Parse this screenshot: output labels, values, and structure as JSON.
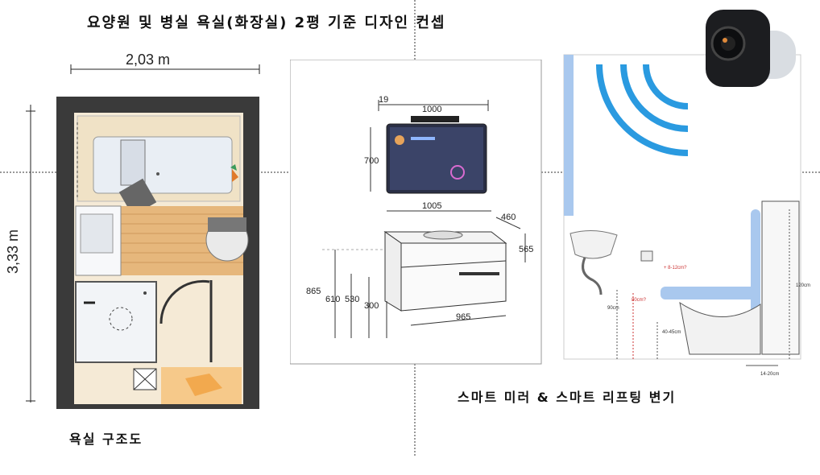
{
  "title": "요양원 및 병실 욕실(화장실) 2평 기준 디자인 컨셉",
  "floorplan": {
    "width_label": "2,03 m",
    "height_label": "3,33 m",
    "caption": "욕실 구조도"
  },
  "vanity": {
    "mirror_depth": "19",
    "mirror_width": "1000",
    "mirror_height": "700",
    "cabinet_width": "1005",
    "cabinet_depth": "460",
    "cabinet_height": "565",
    "total_height": "865",
    "height_610": "610",
    "height_530": "530",
    "height_300": "300",
    "base_width": "965"
  },
  "toilet": {
    "height_90": "90cm",
    "height_80": "80cm?",
    "lift_range": "+ 8-12cm?",
    "seat_range": "40-45cm",
    "height_120": "120cm",
    "gap": "14-20cm",
    "caption": "스마트 미러 & 스마트 리프팅 변기"
  },
  "colors": {
    "wifi": "#2a9ae0",
    "pipe": "#a9c8ee",
    "wall": "#3a3a3a",
    "floor_tile": "#f3e6cf",
    "wood": "#e6b77c"
  }
}
